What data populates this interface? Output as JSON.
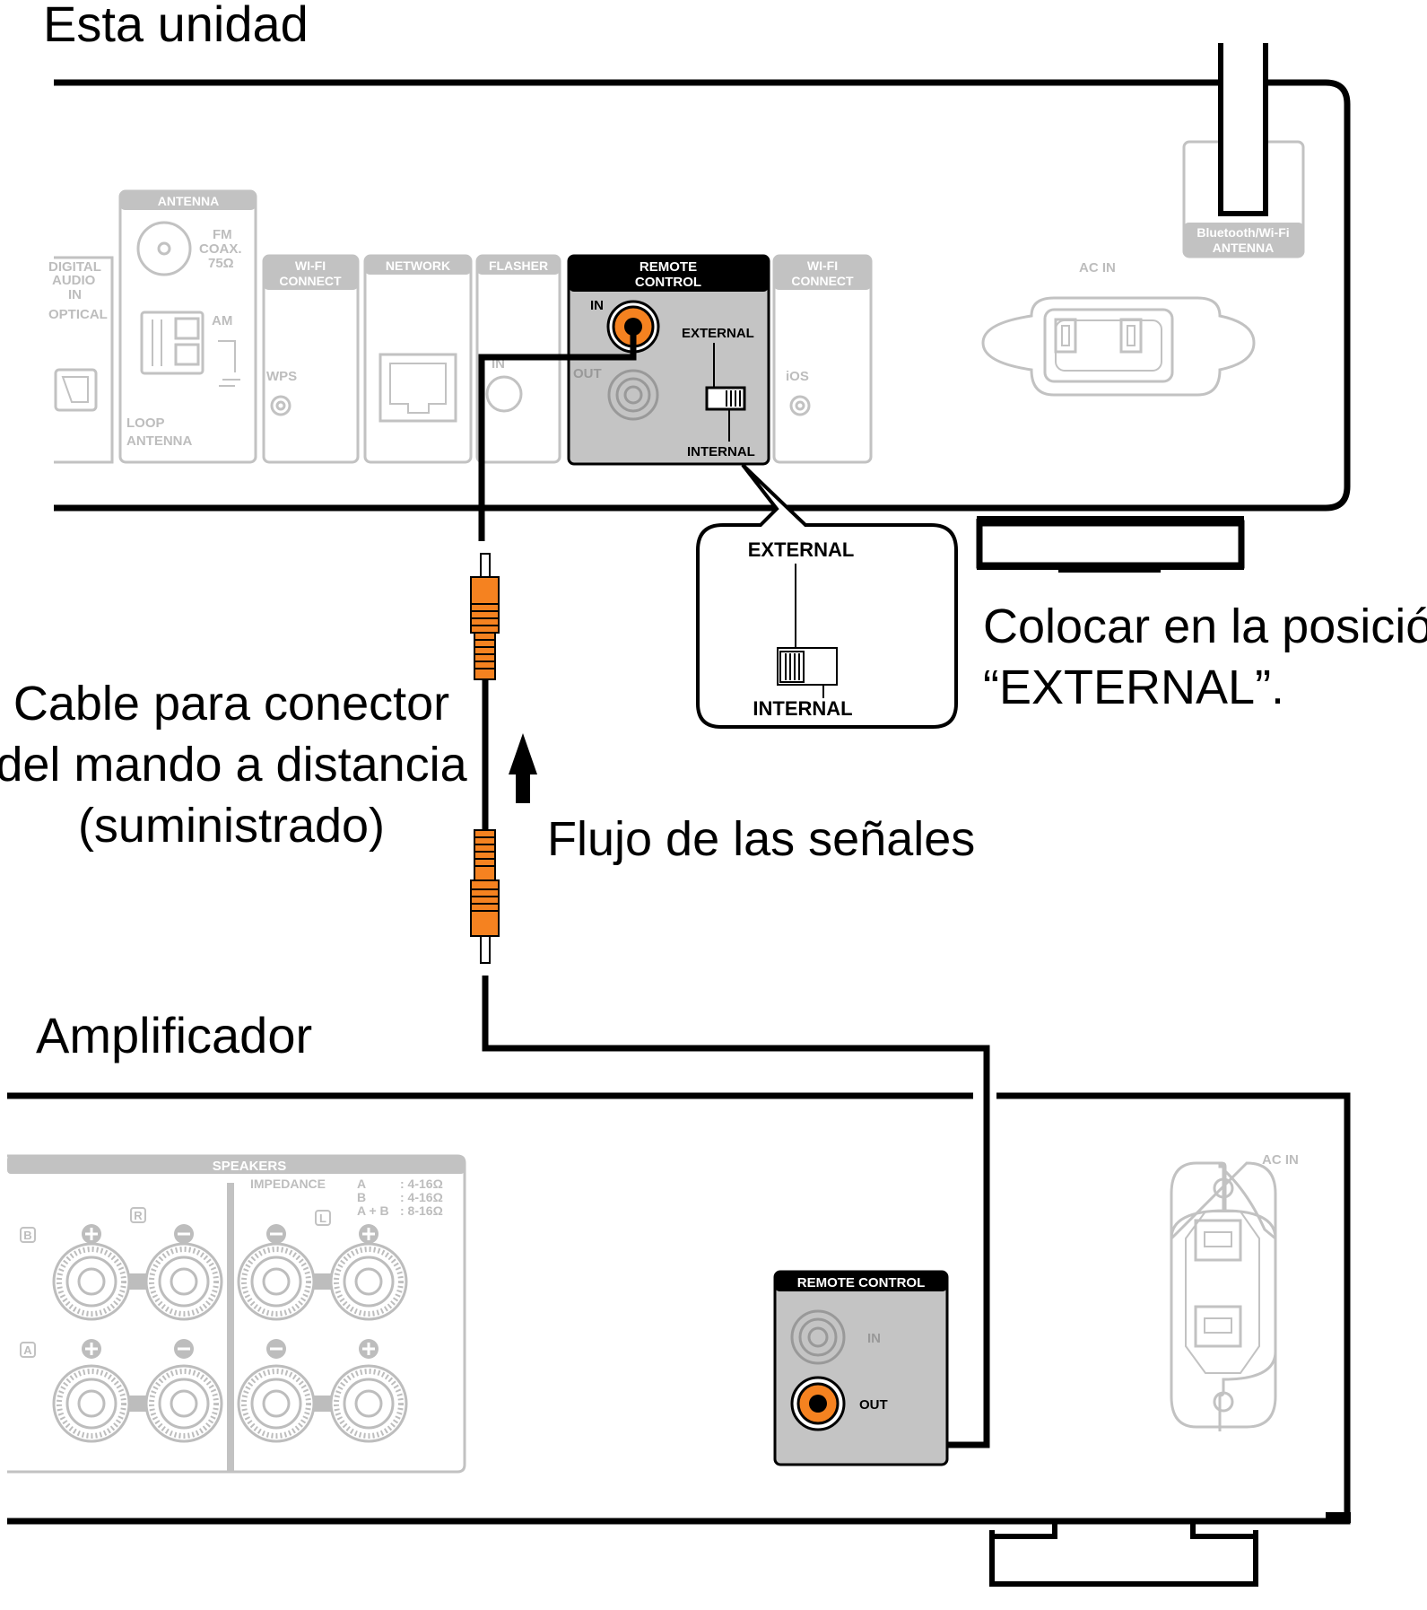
{
  "titles": {
    "unit": "Esta unidad",
    "amplifier": "Amplificador"
  },
  "captions": {
    "cable": [
      "Cable para conector",
      "del mando a distancia",
      "(suministrado)"
    ],
    "signal_flow": "Flujo de las señales",
    "set_position": [
      "Colocar en la posición",
      "“EXTERNAL”."
    ]
  },
  "unit_panel": {
    "digital_audio": [
      "DIGITAL",
      "AUDIO",
      "IN",
      "OPTICAL"
    ],
    "antenna": "ANTENNA",
    "fm_coax": [
      "FM",
      "COAX.",
      "75Ω"
    ],
    "am": "AM",
    "loop_antenna": [
      "LOOP",
      "ANTENNA"
    ],
    "wifi_connect": [
      "WI-FI",
      "CONNECT"
    ],
    "wps": "WPS",
    "network": "NETWORK",
    "flasher": "FLASHER",
    "flasher_in": "IN",
    "remote_control": [
      "REMOTE",
      "CONTROL"
    ],
    "rc_in": "IN",
    "rc_out": "OUT",
    "external": "EXTERNAL",
    "internal": "INTERNAL",
    "ios": "iOS",
    "bt_antenna": [
      "Bluetooth/Wi-Fi",
      "ANTENNA"
    ],
    "ac_in": "AC IN"
  },
  "switch_callout": {
    "external": "EXTERNAL",
    "internal": "INTERNAL"
  },
  "amp_panel": {
    "speakers": "SPEAKERS",
    "impedance": "IMPEDANCE",
    "impedance_rows": [
      {
        "label": "A",
        "value": ": 4-16Ω"
      },
      {
        "label": "B",
        "value": ": 4-16Ω"
      },
      {
        "label": "A + B",
        "value": ": 8-16Ω"
      }
    ],
    "channel_r": "R",
    "channel_l": "L",
    "row_b": "B",
    "row_a": "A",
    "remote_control": "REMOTE CONTROL",
    "rc_in": "IN",
    "rc_out": "OUT",
    "ac_in": "AC IN"
  },
  "colors": {
    "plug": "#f58220",
    "panel_gray": "#c4c4c4",
    "faded": "#bdbdbd",
    "line": "#000000"
  }
}
